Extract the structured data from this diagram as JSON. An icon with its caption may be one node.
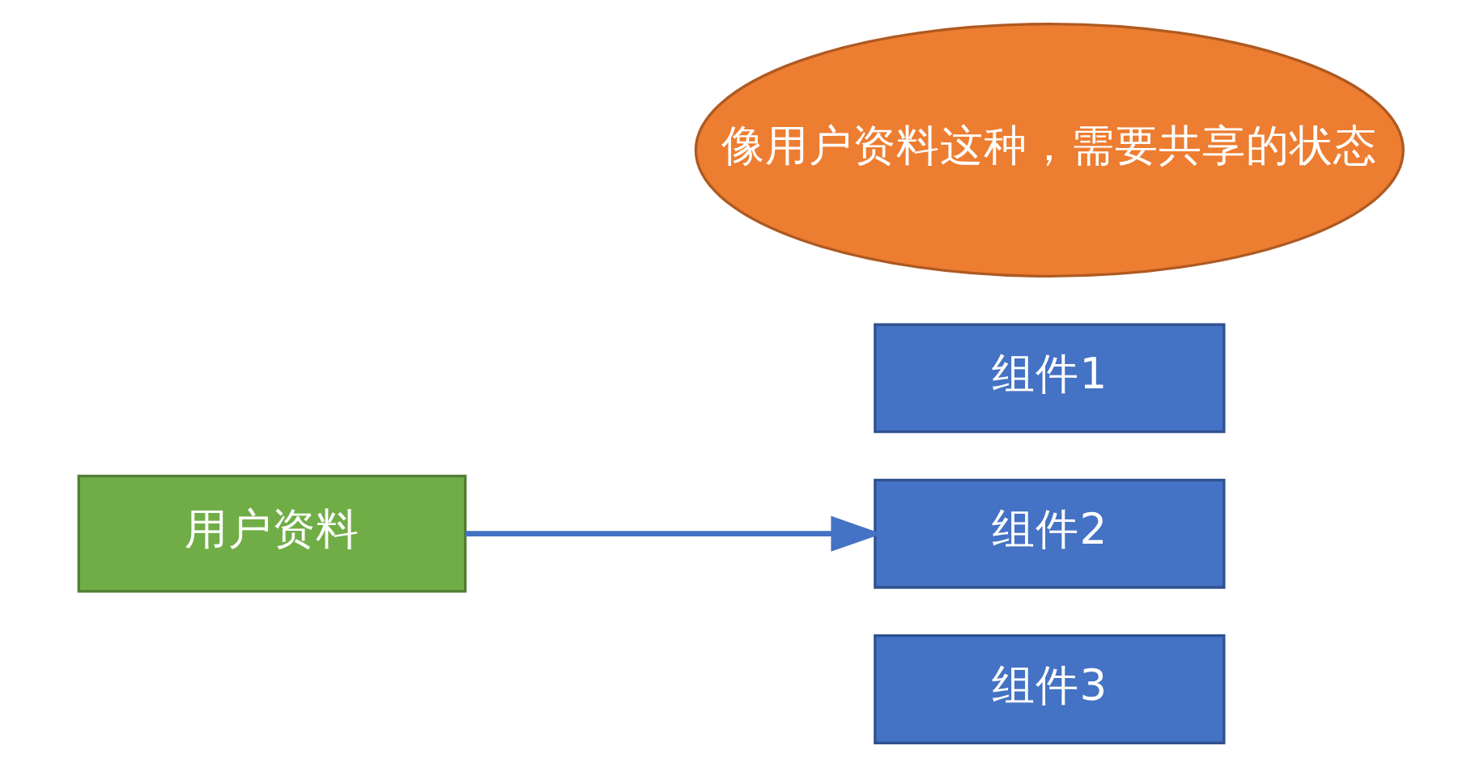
{
  "diagram": {
    "nodes": [
      {
        "text": [
          "用户资料"
        ]
      },
      {
        "text": [
          "像用户资料这种，需要共享的状态"
        ]
      },
      {
        "text": [
          "组件1"
        ]
      },
      {
        "text": [
          "组件2"
        ]
      },
      {
        "text": [
          "组件3"
        ]
      }
    ],
    "edges": [
      {
        "from": 0,
        "to": 3,
        "arrow": "to"
      }
    ]
  }
}
